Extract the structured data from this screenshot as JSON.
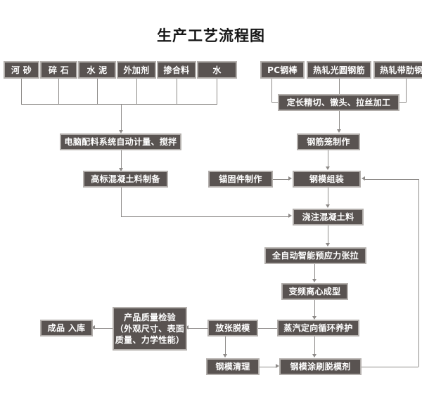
{
  "title": "生产工艺流程图",
  "colors": {
    "node_fill": "#595351",
    "node_border": "#b3afac",
    "node_text": "#ffffff",
    "connector": "#8d8a88",
    "title_text": "#161616",
    "background": "#ffffff"
  },
  "nodes": {
    "raw_sand": {
      "label": "河 砂"
    },
    "raw_gravel": {
      "label": "碎 石"
    },
    "raw_cement": {
      "label": "水 泥"
    },
    "raw_admixture": {
      "label": "外加剂"
    },
    "raw_blend": {
      "label": "掺合料"
    },
    "raw_water": {
      "label": "水"
    },
    "steel_pc_bar": {
      "label": "PC钢棒"
    },
    "steel_plain": {
      "label": "热轧光圆钢筋"
    },
    "steel_ribbed": {
      "label": "热轧带肋钢筋"
    },
    "cutting": {
      "label": "定长精切、镦头、拉丝加工"
    },
    "batching": {
      "label": "电脑配料系统自动计量、搅拌"
    },
    "cage": {
      "label": "钢筋笼制作"
    },
    "concrete_prep": {
      "label": "高标混凝土料制备"
    },
    "anchor": {
      "label": "锚固件制作"
    },
    "mold_assembly": {
      "label": "钢模组装"
    },
    "pour": {
      "label": "浇注混凝土料"
    },
    "tension": {
      "label": "全自动智能预应力张拉"
    },
    "centrifugal": {
      "label": "变频离心成型"
    },
    "curing": {
      "label": "蒸汽定向循环养护"
    },
    "demold": {
      "label": "放张脱模"
    },
    "inspection": {
      "label_lines": [
        "产品质量检验",
        "（外观尺寸、表面",
        "质量、力学性能）"
      ]
    },
    "warehouse": {
      "label": "成品 入库"
    },
    "mold_clean": {
      "label": "钢模清理"
    },
    "mold_release": {
      "label": "钢模涂刷脱模剂"
    }
  },
  "chart_data": {
    "type": "diagram",
    "title": "生产工艺流程图",
    "diagram_kind": "process-flowchart",
    "node_order": [
      "河 砂",
      "碎 石",
      "水 泥",
      "外加剂",
      "掺合料",
      "水",
      "PC钢棒",
      "热轧光圆钢筋",
      "热轧带肋钢筋",
      "定长精切、镦头、拉丝加工",
      "电脑配料系统自动计量、搅拌",
      "钢筋笼制作",
      "高标混凝土料制备",
      "锚固件制作",
      "钢模组装",
      "浇注混凝土料",
      "全自动智能预应力张拉",
      "变频离心成型",
      "蒸汽定向循环养护",
      "放张脱模",
      "产品质量检验（外观尺寸、表面质量、力学性能）",
      "成品 入库",
      "钢模清理",
      "钢模涂刷脱模剂"
    ],
    "edges": [
      {
        "from": "河 砂",
        "to": "电脑配料系统自动计量、搅拌"
      },
      {
        "from": "碎 石",
        "to": "电脑配料系统自动计量、搅拌"
      },
      {
        "from": "水 泥",
        "to": "电脑配料系统自动计量、搅拌"
      },
      {
        "from": "外加剂",
        "to": "电脑配料系统自动计量、搅拌"
      },
      {
        "from": "掺合料",
        "to": "电脑配料系统自动计量、搅拌"
      },
      {
        "from": "水",
        "to": "电脑配料系统自动计量、搅拌"
      },
      {
        "from": "PC钢棒",
        "to": "定长精切、镦头、拉丝加工"
      },
      {
        "from": "热轧光圆钢筋",
        "to": "定长精切、镦头、拉丝加工"
      },
      {
        "from": "热轧带肋钢筋",
        "to": "定长精切、镦头、拉丝加工"
      },
      {
        "from": "定长精切、镦头、拉丝加工",
        "to": "钢筋笼制作"
      },
      {
        "from": "电脑配料系统自动计量、搅拌",
        "to": "高标混凝土料制备"
      },
      {
        "from": "钢筋笼制作",
        "to": "钢模组装"
      },
      {
        "from": "锚固件制作",
        "to": "钢模组装"
      },
      {
        "from": "钢模组装",
        "to": "浇注混凝土料"
      },
      {
        "from": "高标混凝土料制备",
        "to": "浇注混凝土料"
      },
      {
        "from": "浇注混凝土料",
        "to": "全自动智能预应力张拉"
      },
      {
        "from": "全自动智能预应力张拉",
        "to": "变频离心成型"
      },
      {
        "from": "变频离心成型",
        "to": "蒸汽定向循环养护"
      },
      {
        "from": "蒸汽定向循环养护",
        "to": "放张脱模"
      },
      {
        "from": "放张脱模",
        "to": "产品质量检验（外观尺寸、表面质量、力学性能）"
      },
      {
        "from": "产品质量检验（外观尺寸、表面质量、力学性能）",
        "to": "成品 入库"
      },
      {
        "from": "放张脱模",
        "to": "钢模清理"
      },
      {
        "from": "钢模清理",
        "to": "钢模涂刷脱模剂"
      },
      {
        "from": "钢模涂刷脱模剂",
        "to": "钢模组装"
      }
    ]
  }
}
